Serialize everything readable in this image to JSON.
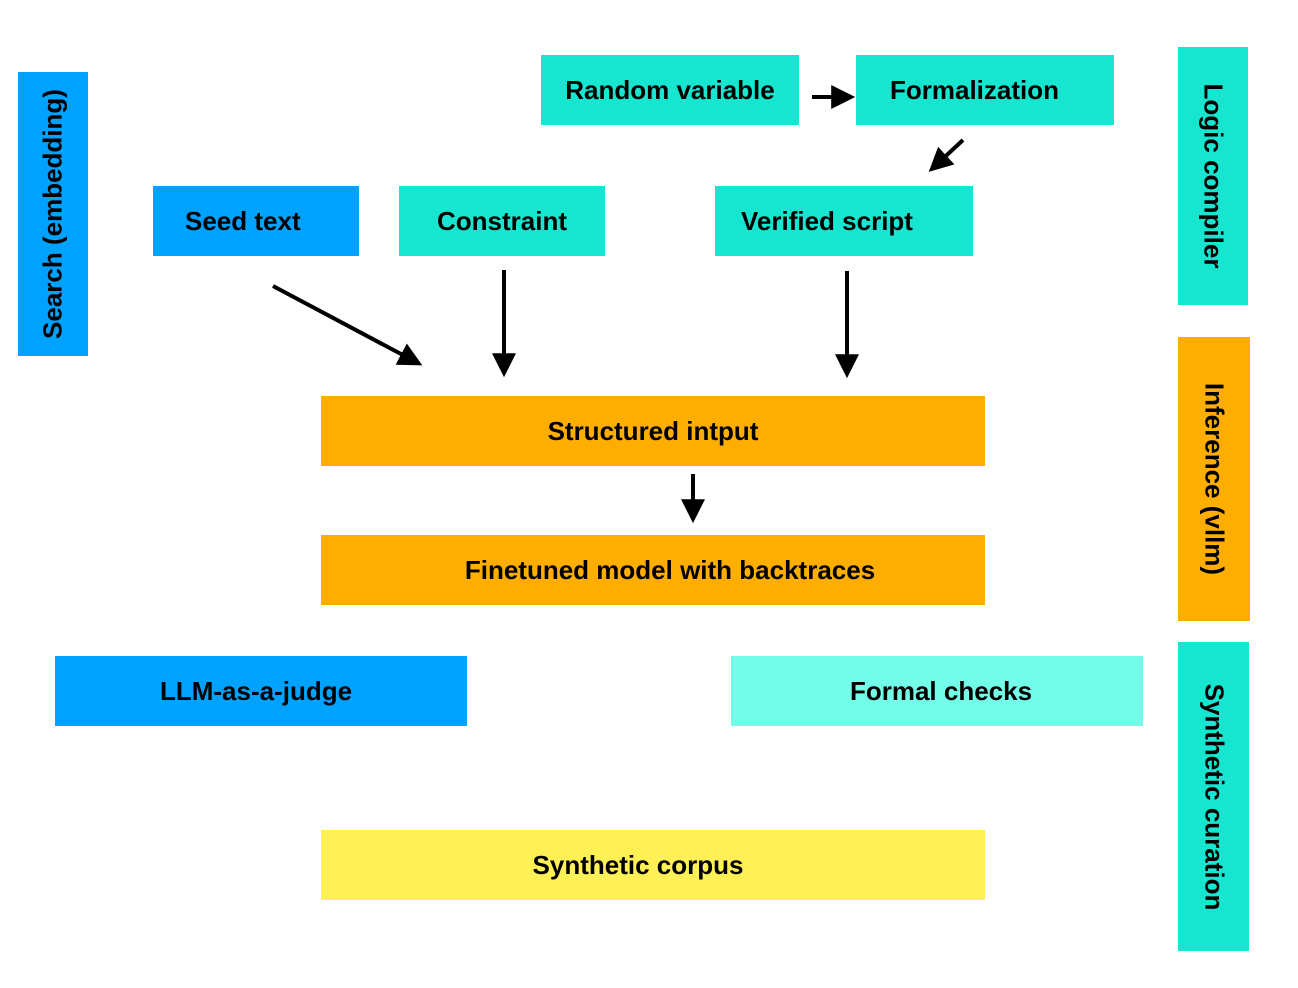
{
  "colors": {
    "blue": "#00a2ff",
    "teal": "#16e6cf",
    "light_teal": "#73fde9",
    "orange": "#fdae00",
    "yellow": "#fff056",
    "arrow": "#000000"
  },
  "side_labels": {
    "search": "Search (embedding)",
    "logic_compiler": "Logic compiler",
    "inference": "Inference (vllm)",
    "synthetic_curation": "Synthetic curation"
  },
  "nodes": {
    "random_variable": "Random variable",
    "formalization": "Formalization",
    "seed_text": "Seed text",
    "constraint": "Constraint",
    "verified_script": "Verified script",
    "structured_input": "Structured intput",
    "finetuned_model": "Finetuned model with backtraces",
    "llm_judge": "LLM-as-a-judge",
    "formal_checks": "Formal checks",
    "synthetic_corpus": "Synthetic corpus"
  },
  "edges": [
    {
      "from": "random_variable",
      "to": "formalization"
    },
    {
      "from": "formalization",
      "to": "verified_script"
    },
    {
      "from": "seed_text",
      "to": "structured_input"
    },
    {
      "from": "constraint",
      "to": "structured_input"
    },
    {
      "from": "verified_script",
      "to": "structured_input"
    },
    {
      "from": "structured_input",
      "to": "finetuned_model"
    }
  ]
}
